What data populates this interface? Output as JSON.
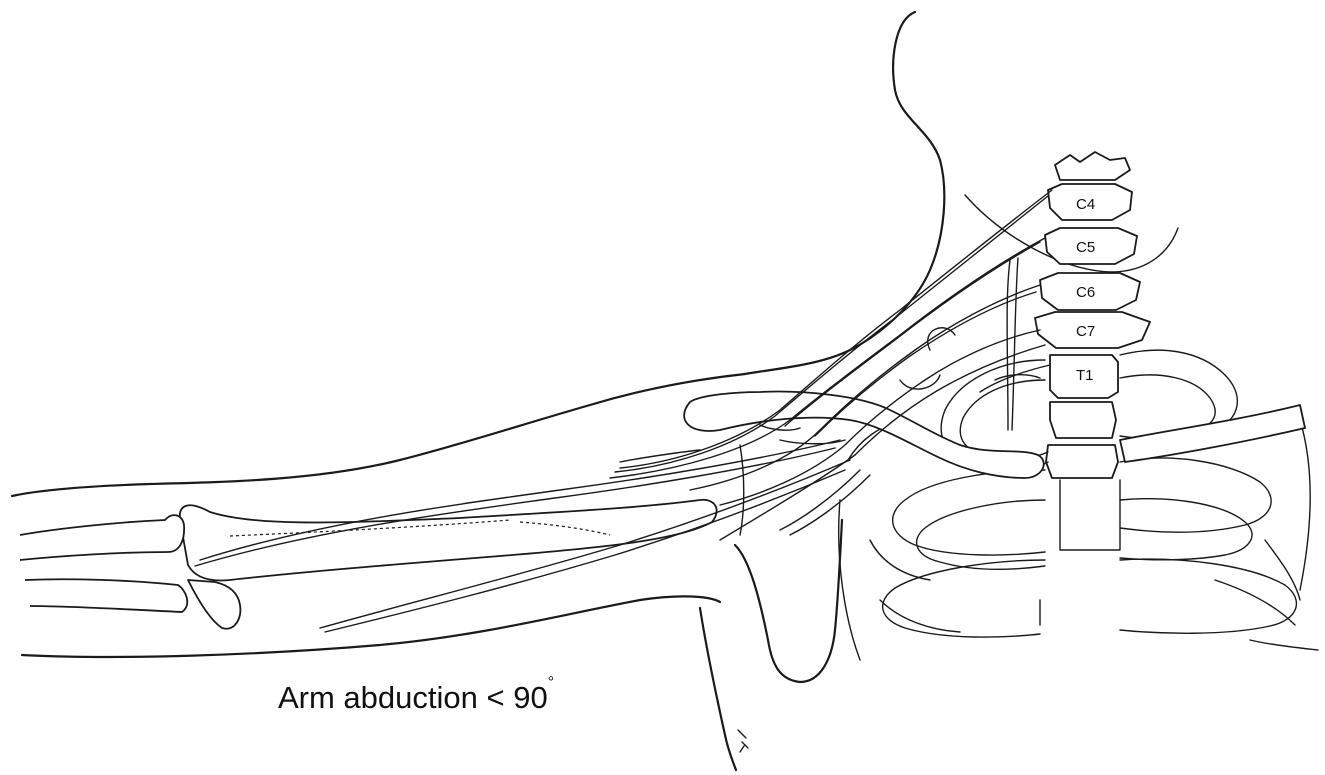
{
  "vertebrae": [
    "C4",
    "C5",
    "C6",
    "C7",
    "T1"
  ],
  "caption": {
    "text": "Arm abduction < 90",
    "degree": "°"
  }
}
